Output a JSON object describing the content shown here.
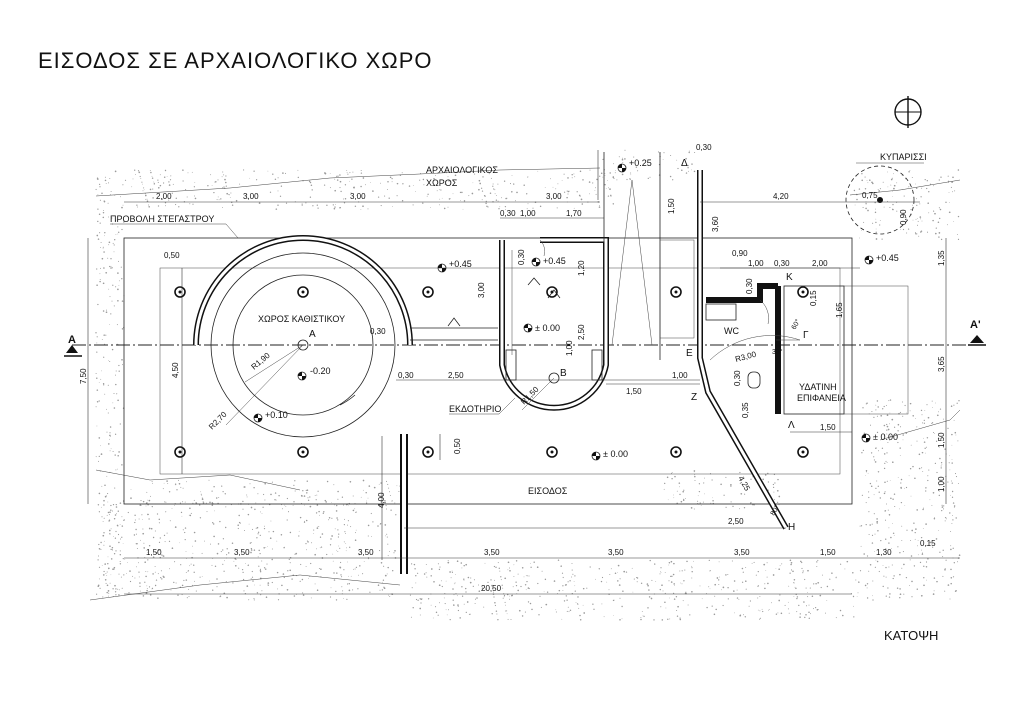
{
  "title": "ΕΙΣΟΔΟΣ ΣΕ ΑΡΧΑΙΟΛΟΓΙΚΟ ΧΩΡΟ",
  "caption": "ΚΑΤΟΨΗ",
  "labels": {
    "archaeological_site_1": "ΑΡΧΑΙΟΛΟΓΙΚΟΣ",
    "archaeological_site_2": "ΧΩΡΟΣ",
    "canopy_projection": "ΠΡΟΒΟΛΗ ΣΤΕΓΑΣΤΡΟΥ",
    "seating_area": "ΧΩΡΟΣ ΚΑΘΙΣΤΙΚΟΥ",
    "ticket_office": "ΕΚΔΟΤΗΡΙΟ",
    "entrance": "ΕΙΣΟΔΟΣ",
    "water_surface_1": "ΥΔΑΤΙΝΗ",
    "water_surface_2": "ΕΠΙΦΑΝΕΙΑ",
    "cypress": "ΚΥΠΑΡΙΣΣΙ",
    "wc": "WC"
  },
  "section_marks": {
    "left": "A",
    "right": "A'"
  },
  "points": {
    "A": "A",
    "B": "B",
    "G": "Γ",
    "D": "Δ",
    "E": "E",
    "Z": "Z",
    "H": "H",
    "K": "K",
    "L": "Λ"
  },
  "levels": {
    "top_corridor": "+0.25",
    "ticket_top": "+0.45",
    "left_canopy": "+0.45",
    "right_top": "+0.45",
    "ticket_mid": "± 0.00",
    "seating_center": "-0.20",
    "seating_edge": "+0.10",
    "entrance": "± 0.00",
    "right_low": "± 0.00"
  },
  "radii": {
    "r190": "R1,90",
    "r270": "R2,70",
    "r150": "R1,50",
    "r300": "R3,00"
  },
  "angles": {
    "a30": "30°",
    "a60": "60°",
    "a80": "80°"
  },
  "dimensions": {
    "top_row": [
      "2,00",
      "3,00",
      "3,00",
      "3,00",
      "4,20"
    ],
    "top_small": [
      "0,30",
      "1,00",
      "1,70"
    ],
    "d030_top": "0,30",
    "d150_v": "1,50",
    "d360": "3,60",
    "d090": "0,90",
    "right_row": [
      "1,00",
      "0,30",
      "2,00"
    ],
    "d075": "0,75",
    "d090_tree": "0,90",
    "d050_left": "0,50",
    "d300_v": "3,00",
    "d030_ticket": "0,30",
    "d120": "1,20",
    "d250_v": "2,50",
    "d100_v": "1,00",
    "d030_right": "0,30",
    "d015": "0,15",
    "d165": "1,65",
    "d030_seat": "0,30",
    "d030_axis": "0,30",
    "d250_axis": "2,50",
    "d100_axis": "1,00",
    "d150_mid": "1,50",
    "d030_wc": "0,30",
    "d035": "0,35",
    "d150_water": "1,50",
    "d450": "4,50",
    "d750": "7,50",
    "d050_wall": "0,50",
    "d400": "4,00",
    "d425": "4,25",
    "d250_bottom": "2,50",
    "bottom_row": [
      "1,50",
      "3,50",
      "3,50",
      "3,50",
      "3,50",
      "3,50",
      "1,50",
      "1,30"
    ],
    "d015_bottom": "0,15",
    "total": "20,50",
    "right_col": [
      "1,35",
      "3,65",
      "1,50",
      "1,00"
    ]
  }
}
